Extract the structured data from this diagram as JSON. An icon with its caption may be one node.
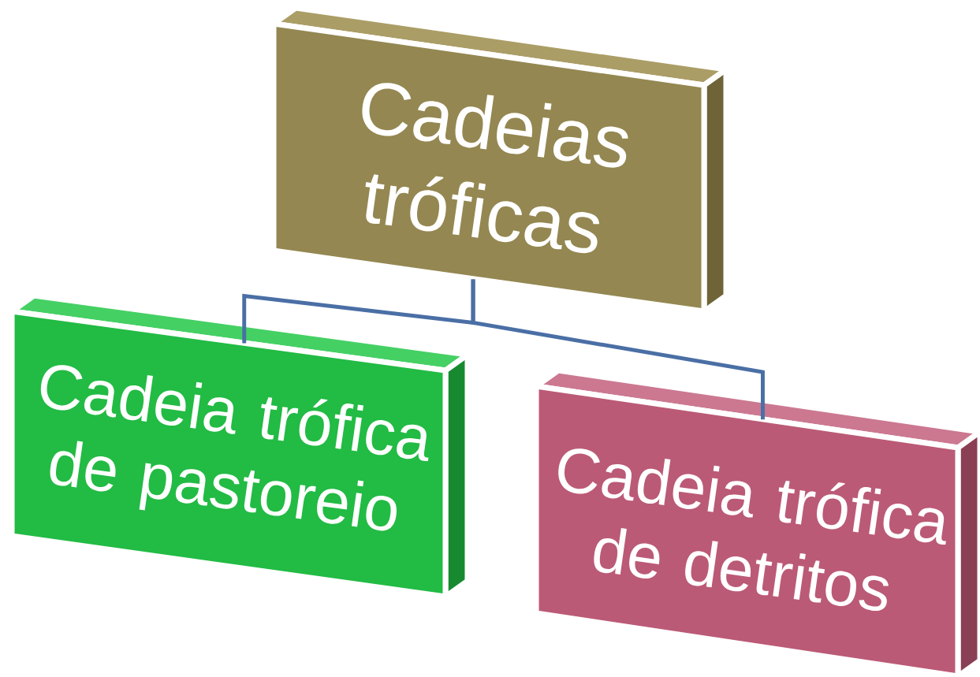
{
  "diagram": {
    "nodes": [
      {
        "text": [
          "Cadeias tróficas"
        ]
      },
      {
        "text": [
          "Cadeia trófica de pastoreio"
        ]
      },
      {
        "text": [
          "Cadeia trófica de detritos"
        ]
      }
    ],
    "edges": [
      {
        "from": 0,
        "to": 1,
        "arrow": "none"
      },
      {
        "from": 0,
        "to": 2,
        "arrow": "none"
      }
    ]
  }
}
